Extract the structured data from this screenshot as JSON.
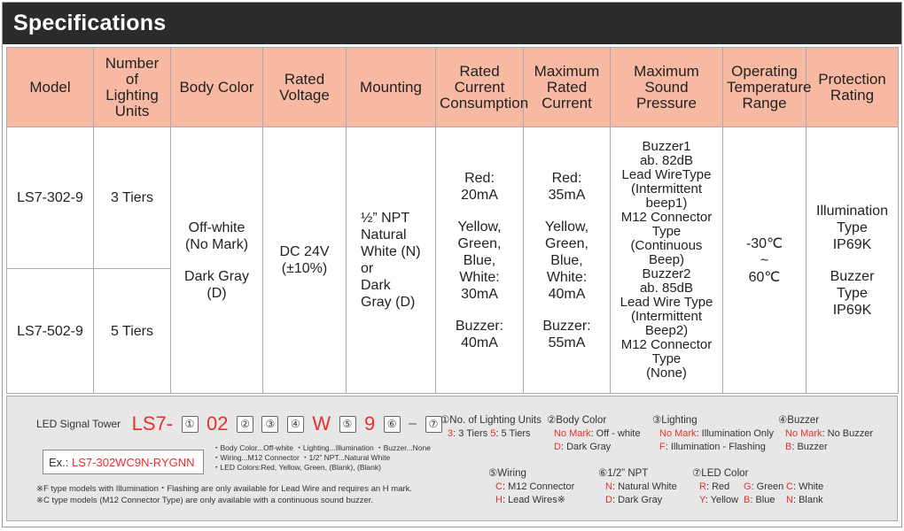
{
  "title": "Specifications",
  "headers": [
    "Model",
    "Number of\nLighting\nUnits",
    "Body Color",
    "Rated\nVoltage",
    "Mounting",
    "Rated\nCurrent\nConsumption",
    "Maximum\nRated\nCurrent",
    "Maximum\nSound\nPressure",
    "Operating\nTemperature\nRange",
    "Protection\nRating"
  ],
  "rows": [
    {
      "model": "LS7-302-9",
      "units": "3 Tiers"
    },
    {
      "model": "LS7-502-9",
      "units": "5 Tiers"
    }
  ],
  "shared": {
    "body_color_1": "Off-white\n(No Mark)",
    "body_color_2": "Dark Gray\n(D)",
    "voltage": "DC 24V\n(±10%)",
    "mounting": "½” NPT\nNatural\nWhite (N)\nor\nDark\nGray (D)",
    "current_1": "Red:\n20mA",
    "current_2": "Yellow,\nGreen,\nBlue,\nWhite:\n30mA",
    "current_3": "Buzzer:\n40mA",
    "max_current_1": "Red:\n35mA",
    "max_current_2": "Yellow,\nGreen,\nBlue,\nWhite:\n40mA",
    "max_current_3": "Buzzer:\n55mA",
    "sound": "Buzzer1\nab. 82dB\nLead WireType\n(Intermittent\nbeep1)\nM12 Connector Type\n(Continuous\nBeep)\nBuzzer2\nab. 85dB\nLead Wire Type\n(Intermittent\nBeep2)\nM12 Connector Type\n(None)",
    "temp": "-30℃\n~\n60℃",
    "protection_1": "Illumination\nType\nIP69K",
    "protection_2": "Buzzer\nType\nIP69K"
  },
  "ordering": {
    "label": "LED Signal Tower",
    "prefix": "LS7-",
    "slot1": "①",
    "fixed1": "02",
    "slot2": "②",
    "slot3": "③",
    "slot4": "④",
    "fixed2": "W",
    "slot5": "⑤",
    "fixed3": "9",
    "slot6": "⑥",
    "dash": "–",
    "slot7": "⑦",
    "example_label": "Ex.:",
    "example_code": "LS7-302WC9N-RYGNN",
    "example_notes": "・Body Color...Off-white ・Lighting...Illumination ・Buzzer...None\n・Wiring...M12 Connector ・1/2” NPT...Natural White\n・LED Colors:Red, Yellow, Green, (Blank), (Blank)",
    "note1": "※F type models with Illumination・Flashing are only available for Lead Wire and requires an H mark.",
    "note2": "※C type models (M12 Connector Type) are only available with a continuous sound buzzer."
  },
  "legend": {
    "l1": {
      "title": "①No. of Lighting Units",
      "items": [
        {
          "code": "3",
          "text": ": 3 Tiers "
        },
        {
          "code": "5",
          "text": ": 5 Tiers"
        }
      ]
    },
    "l2": {
      "title": "②Body Color",
      "items": [
        {
          "code": "No Mark",
          "text": ": Off - white"
        },
        {
          "code": "D",
          "text": ": Dark Gray"
        }
      ]
    },
    "l3": {
      "title": "③Lighting",
      "items": [
        {
          "code": "No Mark",
          "text": ": Illumination Only"
        },
        {
          "code": "F",
          "text": ": Illumination - Flashing"
        }
      ]
    },
    "l4": {
      "title": "④Buzzer",
      "items": [
        {
          "code": "No Mark",
          "text": ": No Buzzer"
        },
        {
          "code": "B",
          "text": ": Buzzer"
        }
      ]
    },
    "l5": {
      "title": "⑤Wiring",
      "items": [
        {
          "code": "C",
          "text": ": M12 Connector"
        },
        {
          "code": "H",
          "text": ": Lead Wires※"
        }
      ]
    },
    "l6": {
      "title": "⑥1/2” NPT",
      "items": [
        {
          "code": "N",
          "text": ": Natural White"
        },
        {
          "code": "D",
          "text": ": Dark Gray"
        }
      ]
    },
    "l7": {
      "title": "⑦LED Color",
      "items": [
        {
          "code": "R",
          "text": ": Red"
        },
        {
          "code": "G",
          "text": ": Green"
        },
        {
          "code": "C",
          "text": ": White"
        },
        {
          "code": "Y",
          "text": ": Yellow"
        },
        {
          "code": "B",
          "text": ": Blue"
        },
        {
          "code": "N",
          "text": ": Blank"
        }
      ]
    }
  },
  "colors": {
    "header_bg": "#f7b9a2",
    "accent_red": "#e8312d",
    "title_bg": "#2b2b2b",
    "bottom_bg": "#e7e7e7"
  }
}
